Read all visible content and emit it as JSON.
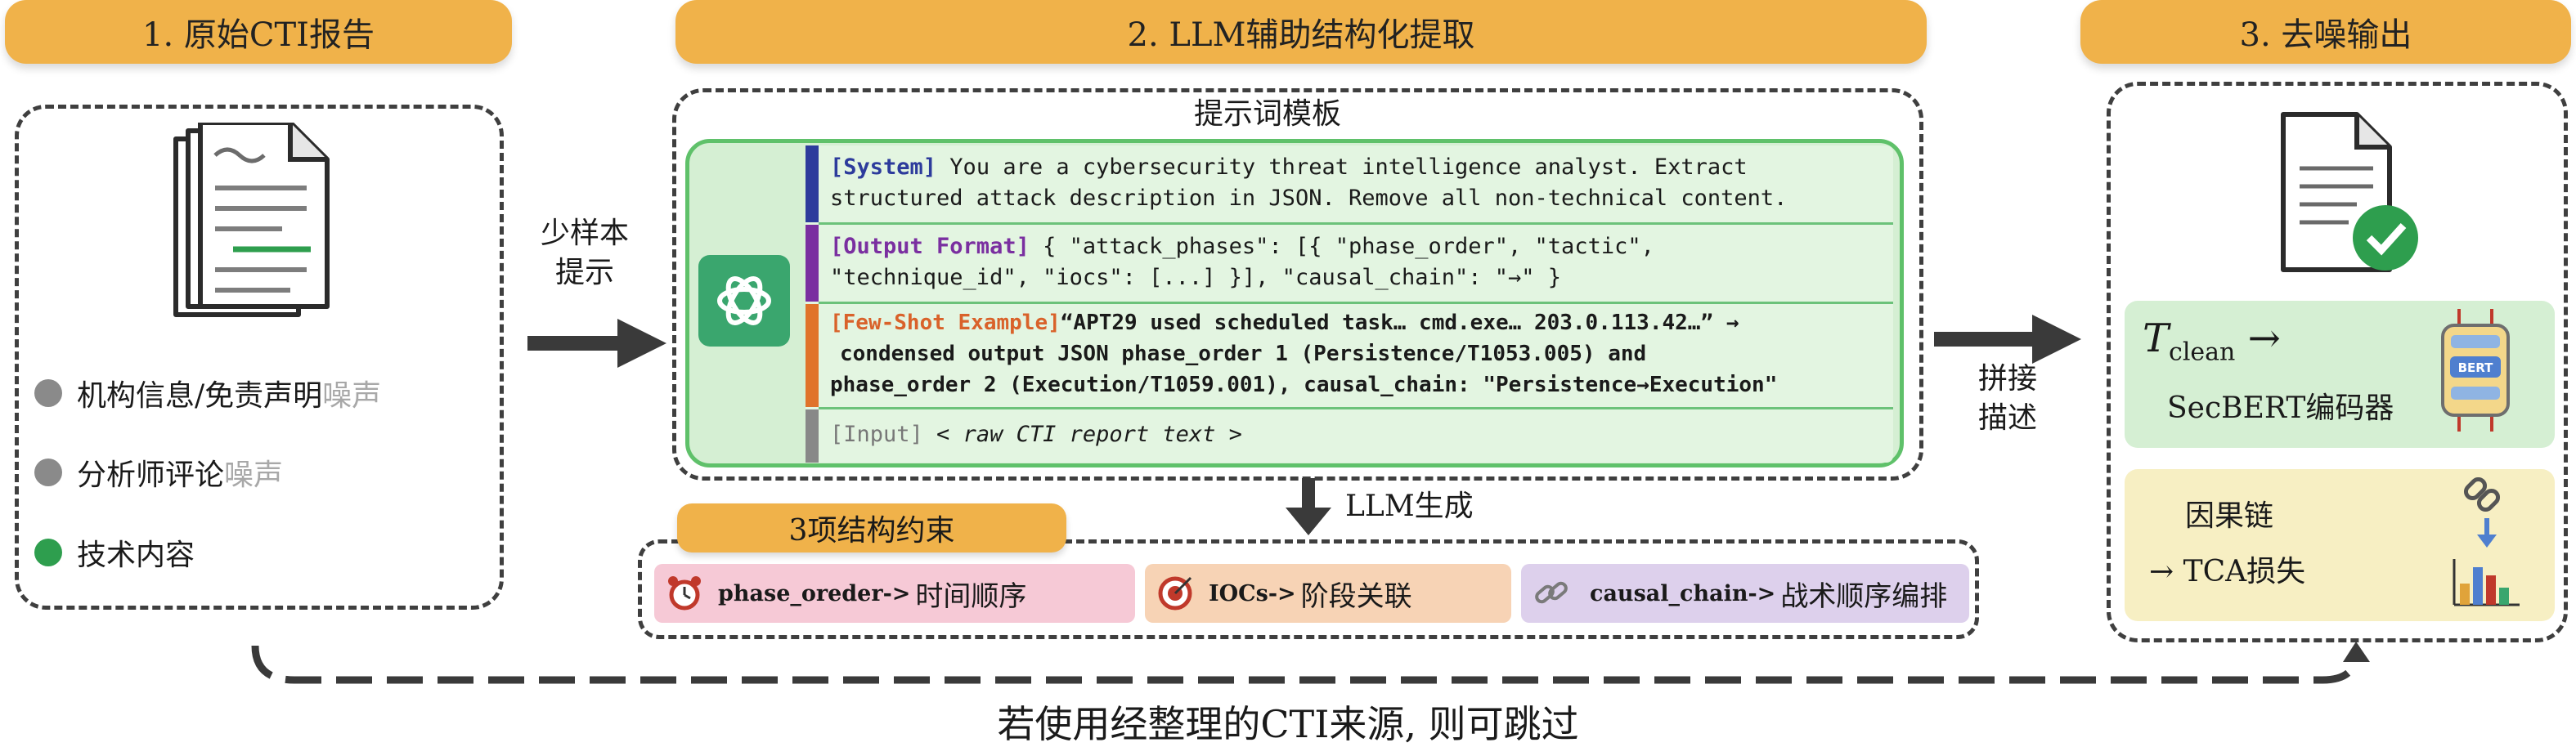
{
  "section1": {
    "header": "1. 原始CTI报告",
    "items": [
      {
        "text": "机构信息/免责声明",
        "noise": "噪声",
        "color": "#8a8a8a"
      },
      {
        "text": "分析师评论",
        "noise": "噪声",
        "color": "#8a8a8a"
      },
      {
        "text": "技术内容",
        "noise": "",
        "color": "#2e9e4e"
      }
    ]
  },
  "section2": {
    "header": "2. LLM辅助结构化提取",
    "template_title": "提示词模板",
    "prompt": {
      "system_tag": "[System]",
      "system_text": " You are a cybersecurity threat intelligence analyst. Extract",
      "system_text2": "structured attack description in JSON. Remove all non-technical content.",
      "format_tag": "[Output Format]",
      "format_text": " { \"attack_phases\": [{ \"phase_order\", \"tactic\",",
      "format_text2": "\"technique_id\", \"iocs\": [...] }], \"causal_chain\": \"→\" }",
      "fewshot_tag": "[Few-Shot Example]",
      "fewshot_text": "“APT29 used scheduled task… cmd.exe… 203.0.113.42…” →",
      "fewshot_text2": "condensed output JSON phase_order 1 (Persistence/T1053.005) and",
      "fewshot_text3": "phase_order 2 (Execution/T1059.001), causal_chain: \"Persistence→Execution\"",
      "input_tag": "[Input]",
      "input_text": " < raw CTI report text >"
    },
    "llm_generate": "LLM生成",
    "constraints_title": "3项结构约束",
    "constraints": [
      {
        "label": "phase_oreder->",
        "text": " 时间顺序"
      },
      {
        "label": "IOCs->",
        "text": " 阶段关联"
      },
      {
        "label": "causal_chain->",
        "text": "战术顺序编排"
      }
    ]
  },
  "section3": {
    "header": "3. 去噪输出",
    "t_clean_sym": "T",
    "t_clean_sub": "clean",
    "t_clean_arrow": " →",
    "secbert": "SecBERT编码器",
    "bert_label": "BERT",
    "causal": "因果链",
    "tca": "→  TCA损失"
  },
  "arrows": {
    "fewshot_1": "少样本",
    "fewshot_2": "提示",
    "concat_1": "拼接",
    "concat_2": "描述"
  },
  "skip_note": "若使用经整理的CTI来源, 则可跳过",
  "colors": {
    "header": "#f0b24a",
    "prompt_bg": "#d5efd3",
    "system_bar": "#2d3b9c",
    "format_bar": "#7a2fa0",
    "fewshot_bar": "#e0732a",
    "input_bar": "#888888"
  }
}
